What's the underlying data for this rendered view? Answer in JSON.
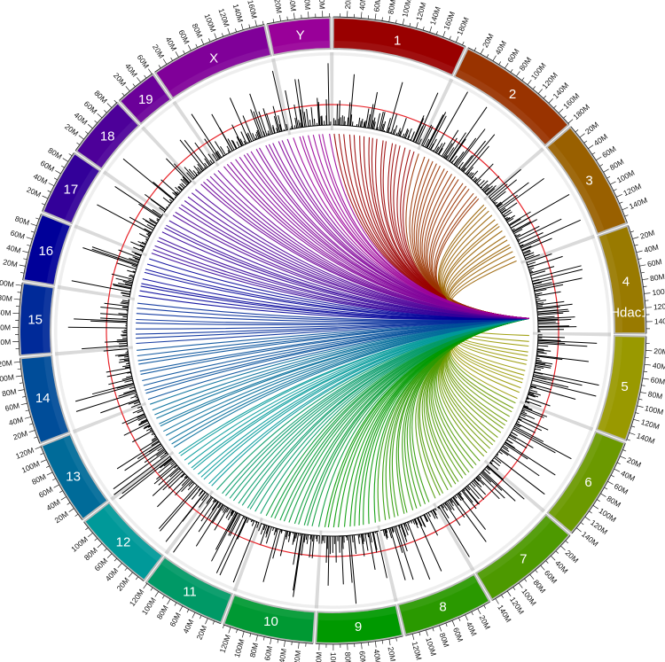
{
  "diagram": {
    "type": "circos",
    "gene_label": "Hdac1",
    "gene_chromosome": "4",
    "gene_position_mb": 125,
    "colors": {
      "threshold_ring": "#e8242a",
      "track_background": "#ffffff",
      "separator": "#bbbbbb",
      "histogram": "#000000"
    },
    "tick_suffix": "M",
    "chromosomes": [
      {
        "name": "1",
        "length_mb": 195,
        "color": "#990000"
      },
      {
        "name": "2",
        "length_mb": 182,
        "color": "#993300"
      },
      {
        "name": "3",
        "length_mb": 160,
        "color": "#996000"
      },
      {
        "name": "4",
        "length_mb": 157,
        "color": "#997a00"
      },
      {
        "name": "5",
        "length_mb": 152,
        "color": "#999900"
      },
      {
        "name": "6",
        "length_mb": 150,
        "color": "#6b9900"
      },
      {
        "name": "7",
        "length_mb": 145,
        "color": "#4d9900"
      },
      {
        "name": "8",
        "length_mb": 130,
        "color": "#2a9900"
      },
      {
        "name": "9",
        "length_mb": 125,
        "color": "#009900"
      },
      {
        "name": "10",
        "length_mb": 131,
        "color": "#009933"
      },
      {
        "name": "11",
        "length_mb": 122,
        "color": "#009966"
      },
      {
        "name": "12",
        "length_mb": 120,
        "color": "#009999"
      },
      {
        "name": "13",
        "length_mb": 121,
        "color": "#006b99"
      },
      {
        "name": "14",
        "length_mb": 125,
        "color": "#004d99"
      },
      {
        "name": "15",
        "length_mb": 104,
        "color": "#002a99"
      },
      {
        "name": "16",
        "length_mb": 98,
        "color": "#000099"
      },
      {
        "name": "17",
        "length_mb": 95,
        "color": "#330099"
      },
      {
        "name": "18",
        "length_mb": 91,
        "color": "#4d0099"
      },
      {
        "name": "19",
        "length_mb": 61,
        "color": "#6b0099"
      },
      {
        "name": "X",
        "length_mb": 171,
        "color": "#800099"
      },
      {
        "name": "Y",
        "length_mb": 91,
        "color": "#990099"
      }
    ]
  }
}
